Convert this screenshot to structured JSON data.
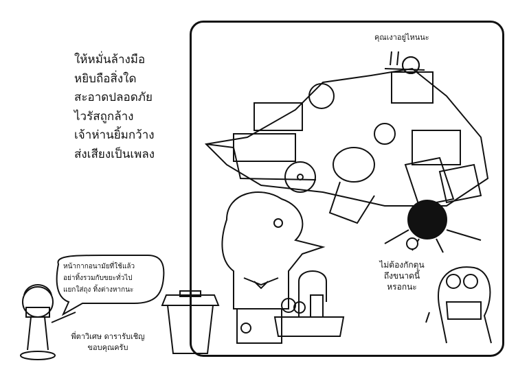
{
  "poem": {
    "lines": [
      "ให้หมั่นล้างมือ",
      "หยิบถือสิ่งใด",
      "สะอาดปลอดภัย",
      "ไวรัสถูกล้าง",
      "เจ้าห่านยิ้มกว้าง",
      "ส่งเสียงเป็นเพลง"
    ]
  },
  "speech": {
    "snail": "คุณเงาอยู่ไหนนะ",
    "doctor": [
      "ไม่ต้องกักตุน",
      "ถึงขนาดนี้",
      "หรอกนะ"
    ],
    "mascot": [
      "หน้ากากอนามัยที่ใช้แล้ว",
      "อย่าทิ้งรวมกับขยะทั่วไป",
      "แยกใส่ถุง ทิ้งต่างหากนะ"
    ]
  },
  "caption": [
    "พี่ตาวิเศษ ดารารับเชิญ",
    "ขอบคุณครับ"
  ]
}
